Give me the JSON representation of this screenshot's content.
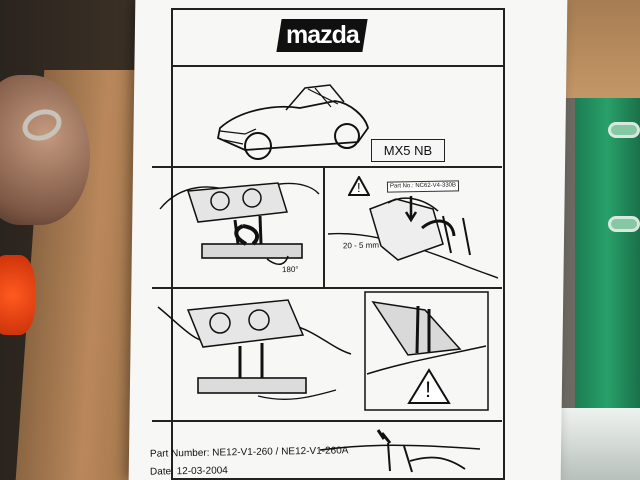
{
  "document": {
    "brand": "mazda",
    "model_label": "MX5 NB",
    "part_label": "Part No.: NC62-V4-330B",
    "gap_label": "20 - 5 mm",
    "rotation_label": "180°",
    "part_number_line": "Part Number: NE12-V1-260 / NE12-V1-260A",
    "date_line": "Date: 12-03-2004"
  },
  "icons": {
    "warning": "warning-icon",
    "arrow": "arrow-icon"
  },
  "colors": {
    "paper": "#f7f8f6",
    "line": "#222222",
    "green": "#28a06a",
    "red": "#ff5a1f"
  }
}
